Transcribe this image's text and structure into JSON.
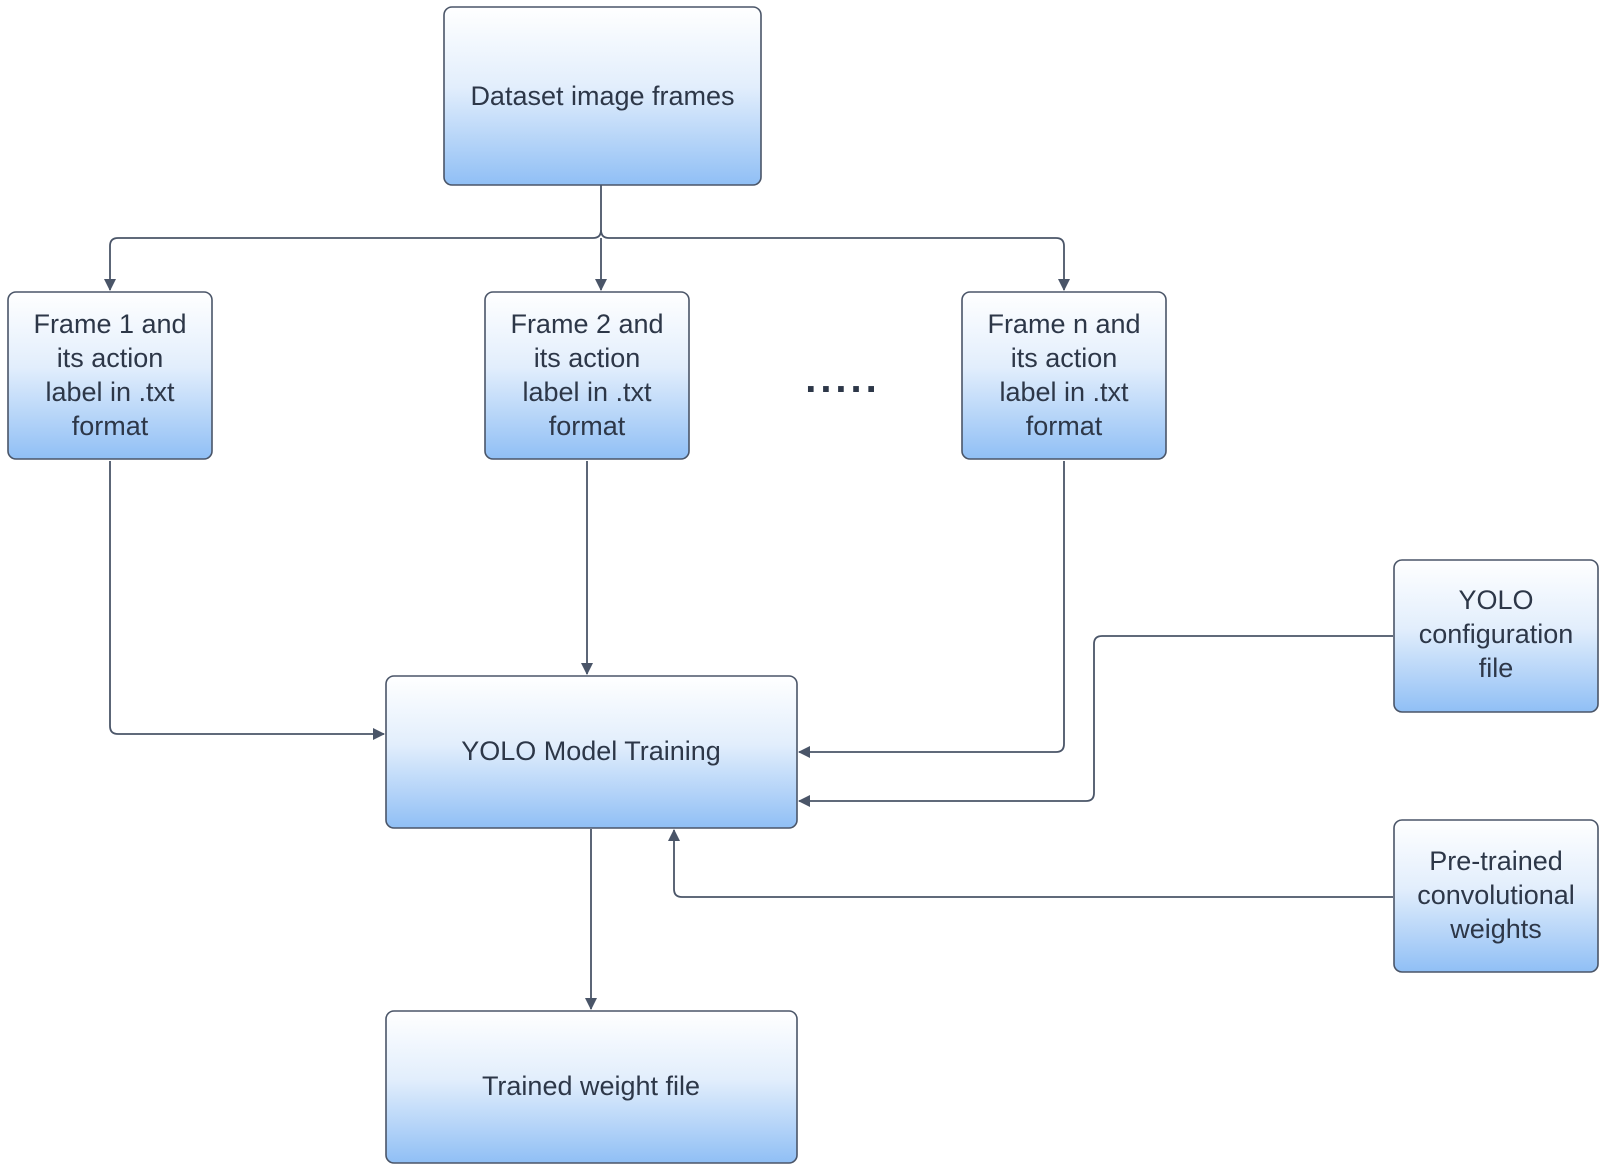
{
  "colors": {
    "box_top": "#ffffff",
    "box_bottom": "#90bff5",
    "stroke": "#4a5568",
    "text": "#2d3748"
  },
  "nodes": {
    "dataset": {
      "lines": [
        "Dataset image frames"
      ]
    },
    "frame1": {
      "lines": [
        "Frame 1 and",
        "its action",
        "label in .txt",
        "format"
      ]
    },
    "frame2": {
      "lines": [
        "Frame 2 and",
        "its action",
        "label in .txt",
        "format"
      ]
    },
    "framen": {
      "lines": [
        "Frame n and",
        "its action",
        "label in .txt",
        "format"
      ]
    },
    "training": {
      "lines": [
        "YOLO Model Training"
      ]
    },
    "config": {
      "lines": [
        "YOLO",
        "configuration",
        "file"
      ]
    },
    "pretrained": {
      "lines": [
        "Pre-trained",
        "convolutional",
        "weights"
      ]
    },
    "output": {
      "lines": [
        "Trained weight file"
      ]
    }
  },
  "ellipsis": "....."
}
